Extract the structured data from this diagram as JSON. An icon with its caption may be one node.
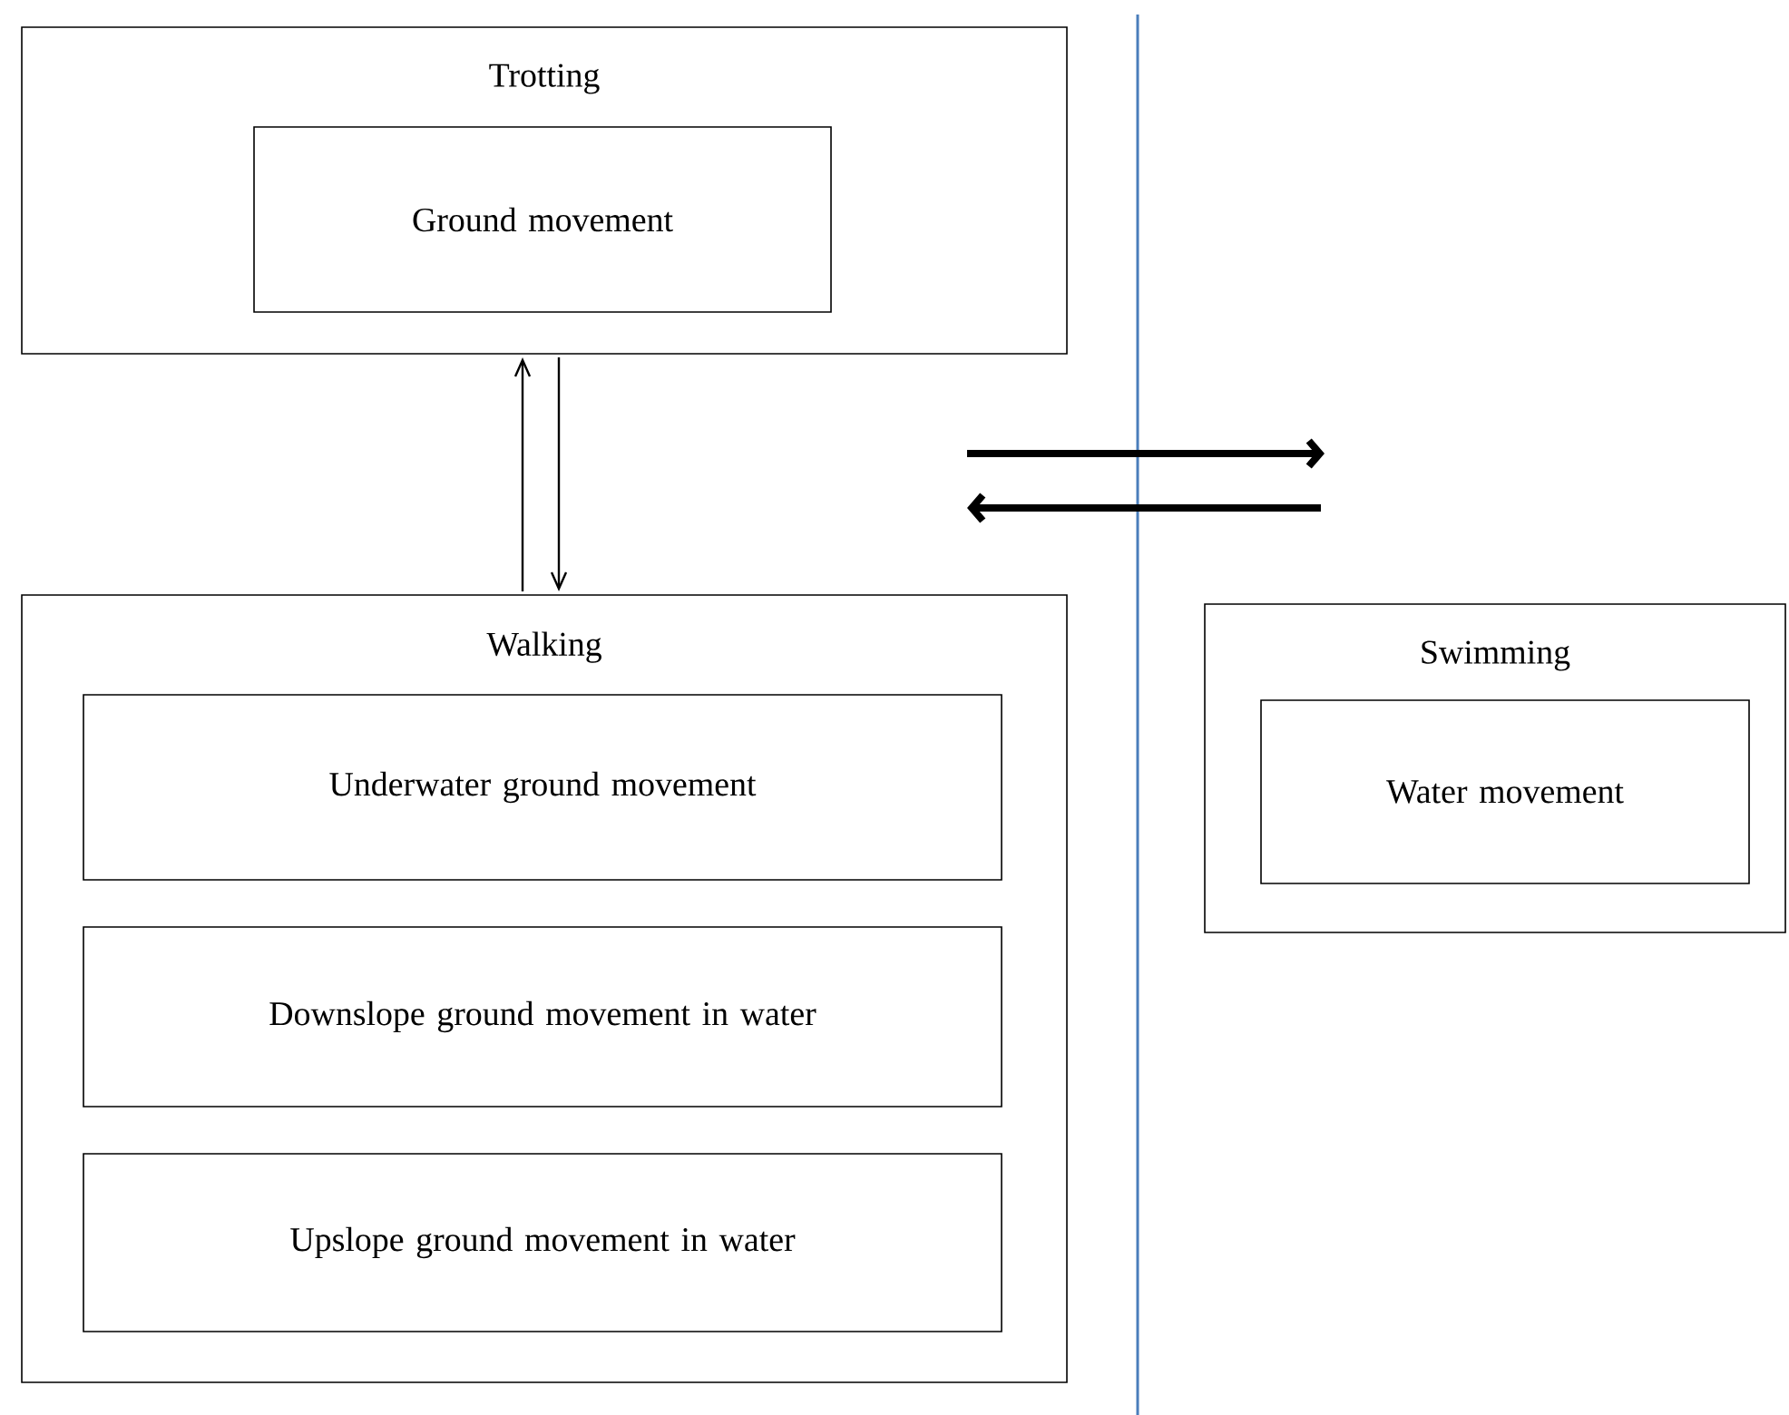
{
  "diagram": {
    "nodes": [
      {
        "text": [
          "Trotting"
        ]
      },
      {
        "text": [
          "Ground movement"
        ],
        "in": 0
      },
      {
        "text": [
          "Walking"
        ]
      },
      {
        "text": [
          "Underwater ground movement"
        ],
        "in": 2
      },
      {
        "text": [
          "Downslope ground movement in water"
        ],
        "in": 2
      },
      {
        "text": [
          "Upslope ground movement in water"
        ],
        "in": 2
      },
      {
        "text": [
          "Swimming"
        ]
      },
      {
        "text": [
          "Water movement"
        ],
        "in": 6
      }
    ],
    "edges": [
      {
        "from": 2,
        "to": 0,
        "arrow": "to"
      },
      {
        "from": 0,
        "to": 2,
        "arrow": "to"
      }
    ]
  }
}
